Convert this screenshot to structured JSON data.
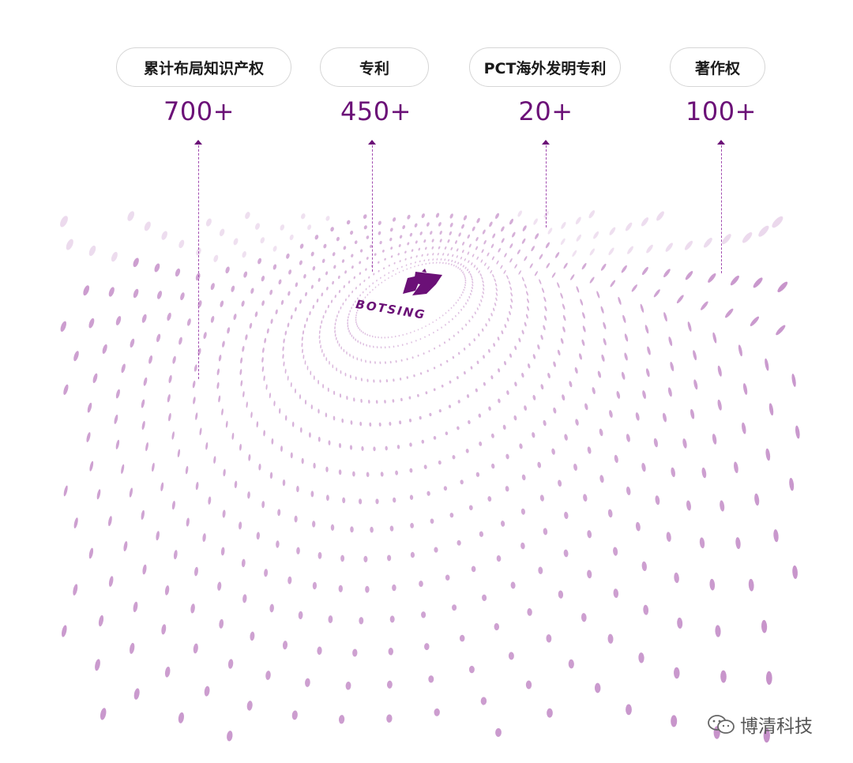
{
  "stats": [
    {
      "label": "累计布局知识产权",
      "value": "700+"
    },
    {
      "label": "专利",
      "value": "450+"
    },
    {
      "label": "PCT海外发明专利",
      "value": "20+"
    },
    {
      "label": "著作权",
      "value": "100+"
    }
  ],
  "logo": {
    "text": "BOTSING"
  },
  "watermark": {
    "text": "博清科技",
    "icon": "wechat-icon"
  },
  "colors": {
    "accent": "#6b1077",
    "dots": "#c48ec8",
    "pill_border": "#d6d6d6"
  }
}
